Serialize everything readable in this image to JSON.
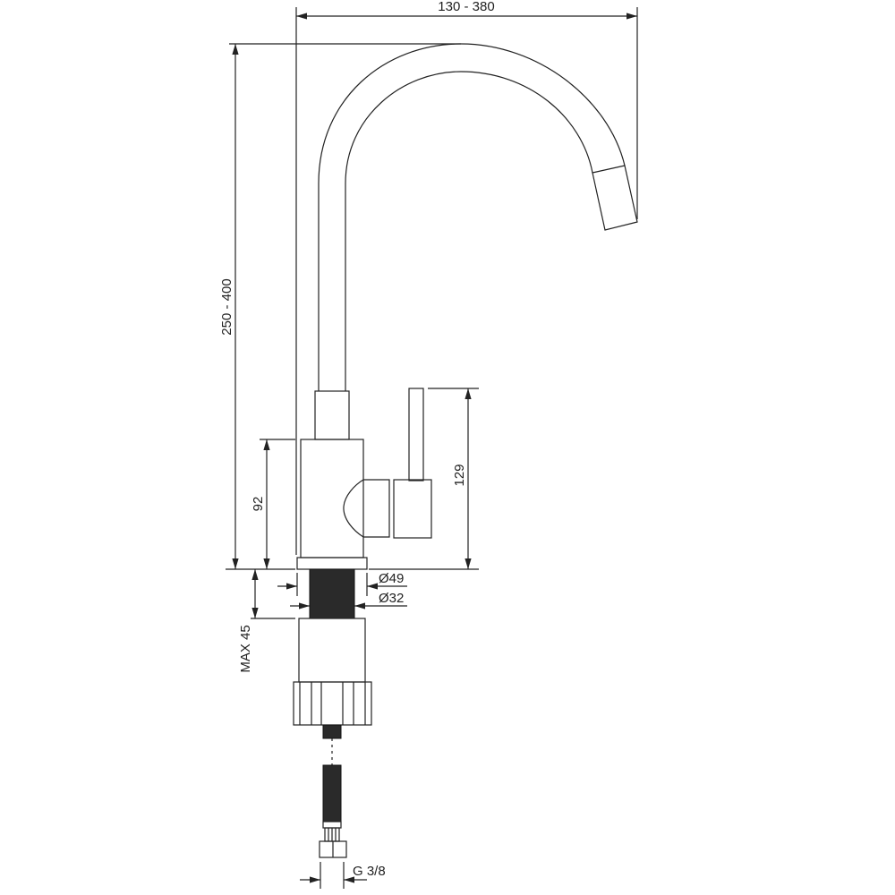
{
  "title": "Faucet technical drawing",
  "dimensions": {
    "spout_reach": "130 - 380",
    "total_height": "250 - 400",
    "body_height": "92",
    "lever_height": "129",
    "base_diameter": "Ø49",
    "thread_diameter": "Ø32",
    "max_counter_thickness": "MAX 45",
    "hose_connection": "G 3/8"
  },
  "colors": {
    "line": "#222222",
    "fill_dark": "#2a2a2a"
  }
}
